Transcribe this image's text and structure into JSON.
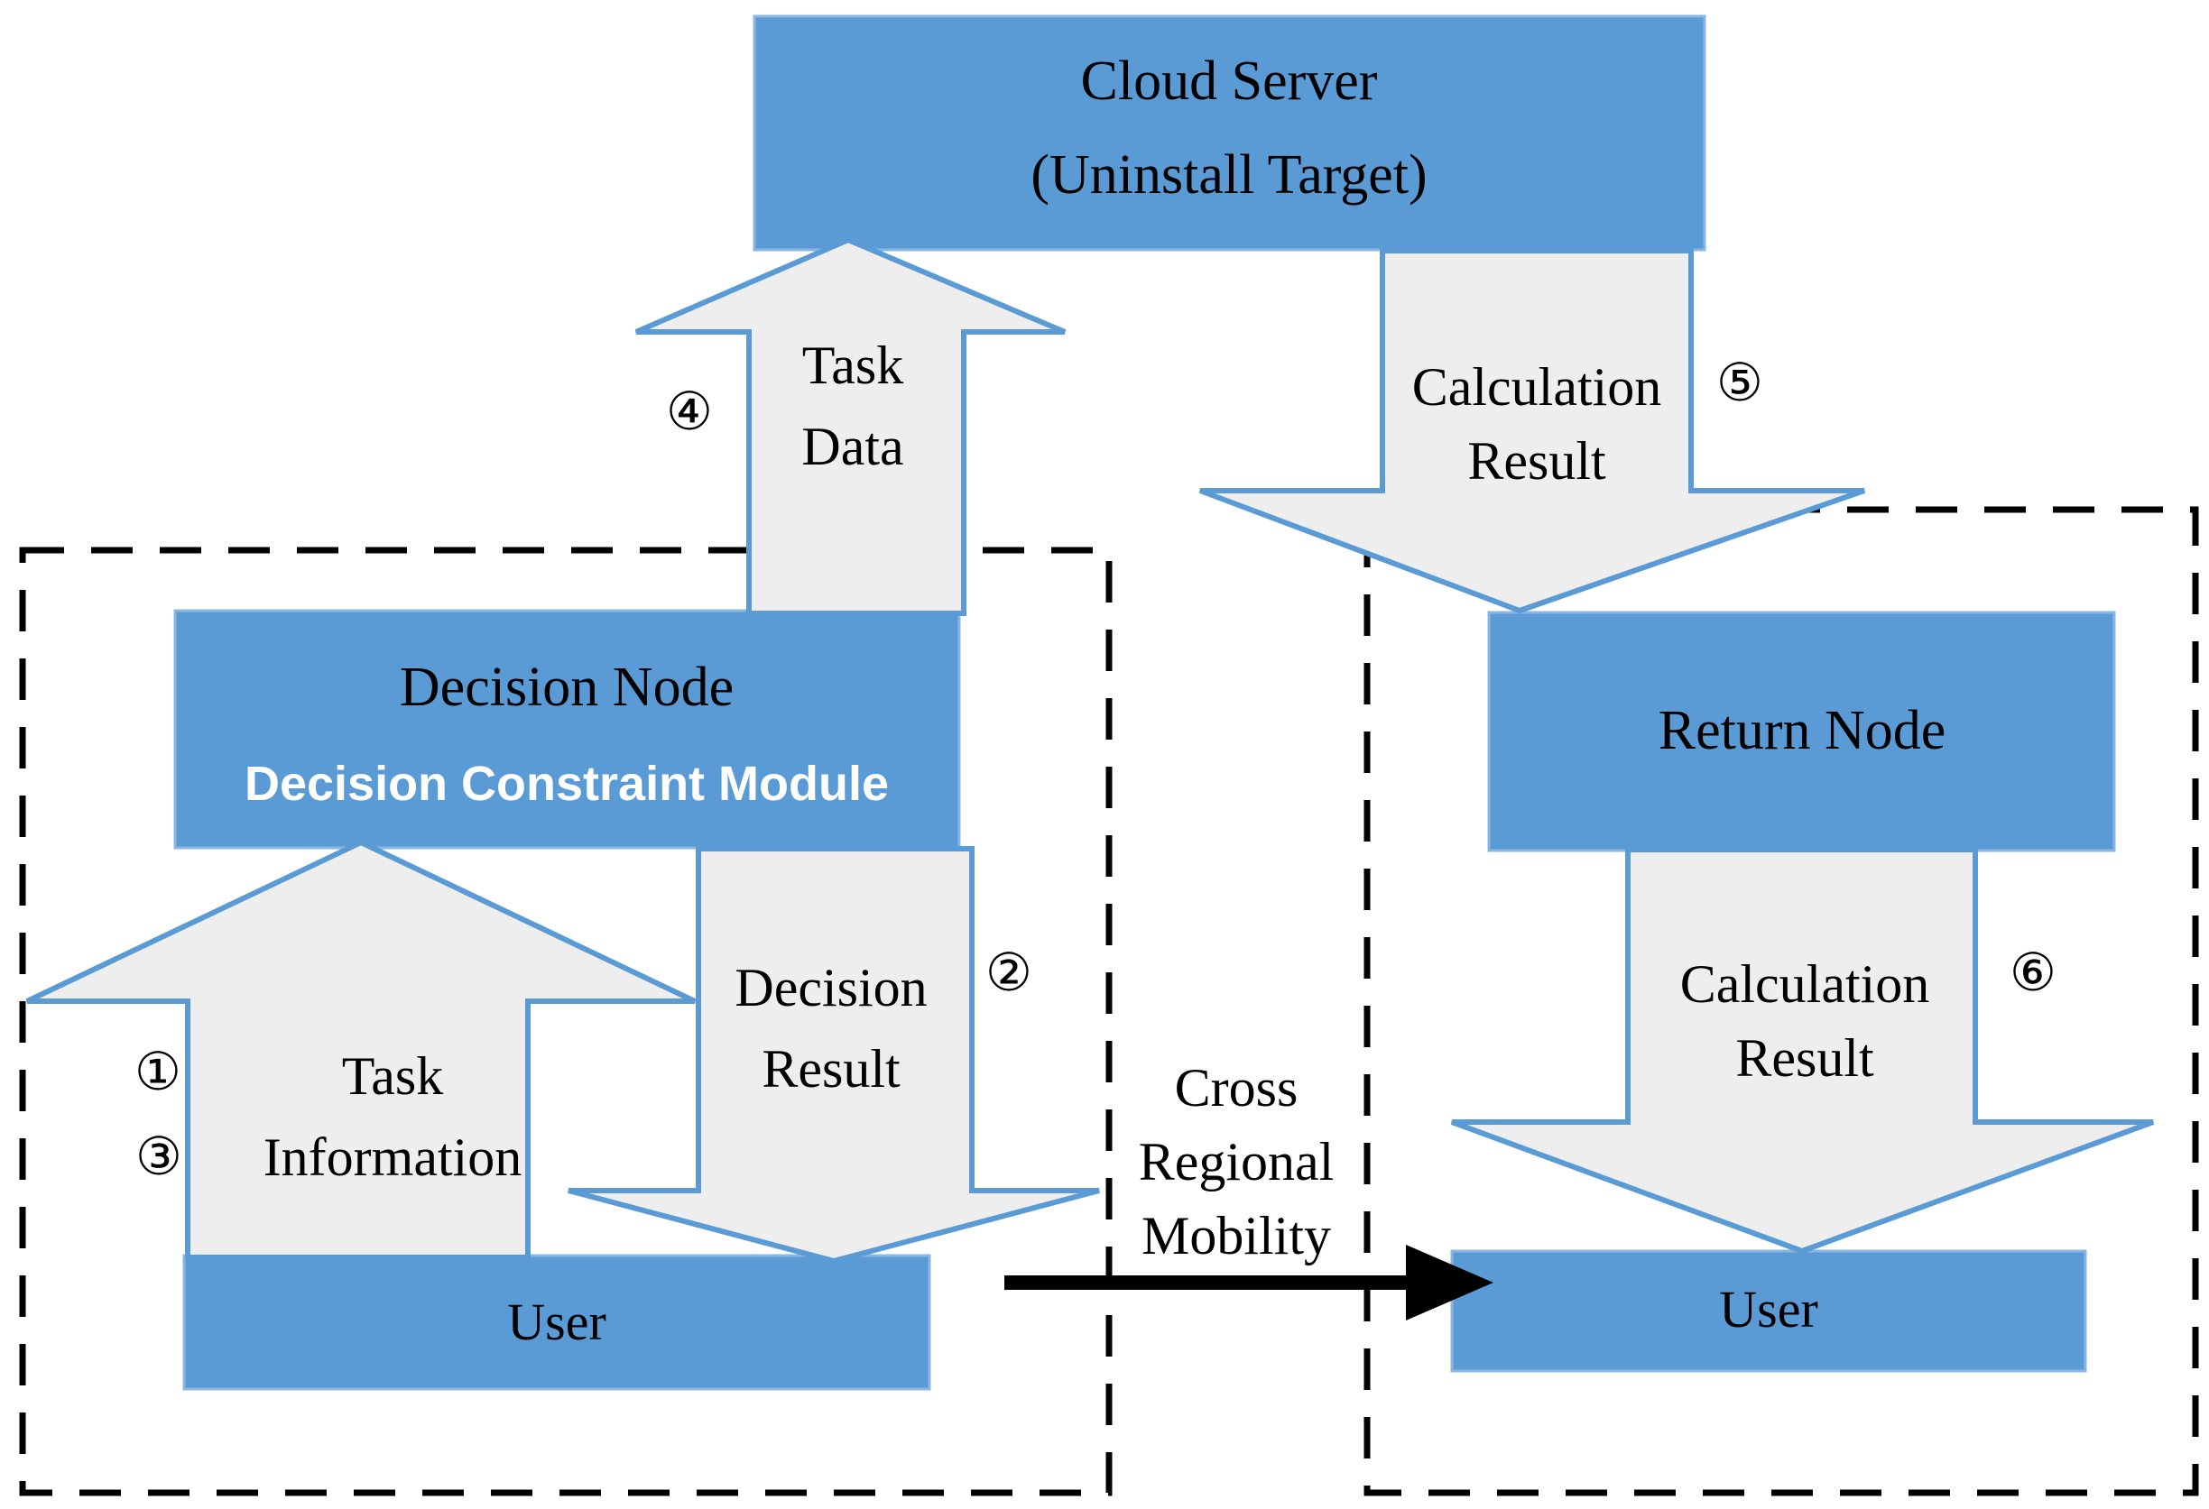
{
  "diagram": {
    "colors": {
      "node_fill": "#5b9bd5",
      "node_edge": "#8ab6e2",
      "arrow_fill": "#eeeeee",
      "arrow_stroke": "#5b9bd5",
      "dashed_border": "#000000",
      "black_arrow": "#000000",
      "text_dark": "#000000",
      "text_light": "#ffffff",
      "background": "#ffffff"
    },
    "cloud_server": {
      "line1": "Cloud Server",
      "line2": "(Uninstall Target)"
    },
    "decision_node": {
      "title": "Decision Node",
      "subtitle": "Decision Constraint Module"
    },
    "return_node": {
      "label": "Return Node"
    },
    "user_left": {
      "label": "User"
    },
    "user_right": {
      "label": "User"
    },
    "flows": {
      "task_information": {
        "line1": "Task",
        "line2": "Information",
        "step_first": "①",
        "step_second": "③"
      },
      "decision_result": {
        "line1": "Decision",
        "line2": "Result",
        "step": "②"
      },
      "task_data": {
        "line1": "Task",
        "line2": "Data",
        "step": "④"
      },
      "calculation_result_cloud_to_return": {
        "line1": "Calculation",
        "line2": "Result",
        "step": "⑤"
      },
      "calculation_result_return_to_user": {
        "line1": "Calculation",
        "line2": "Result",
        "step": "⑥"
      }
    },
    "mobility_note": {
      "line1": "Cross",
      "line2": "Regional",
      "line3": "Mobility"
    }
  }
}
